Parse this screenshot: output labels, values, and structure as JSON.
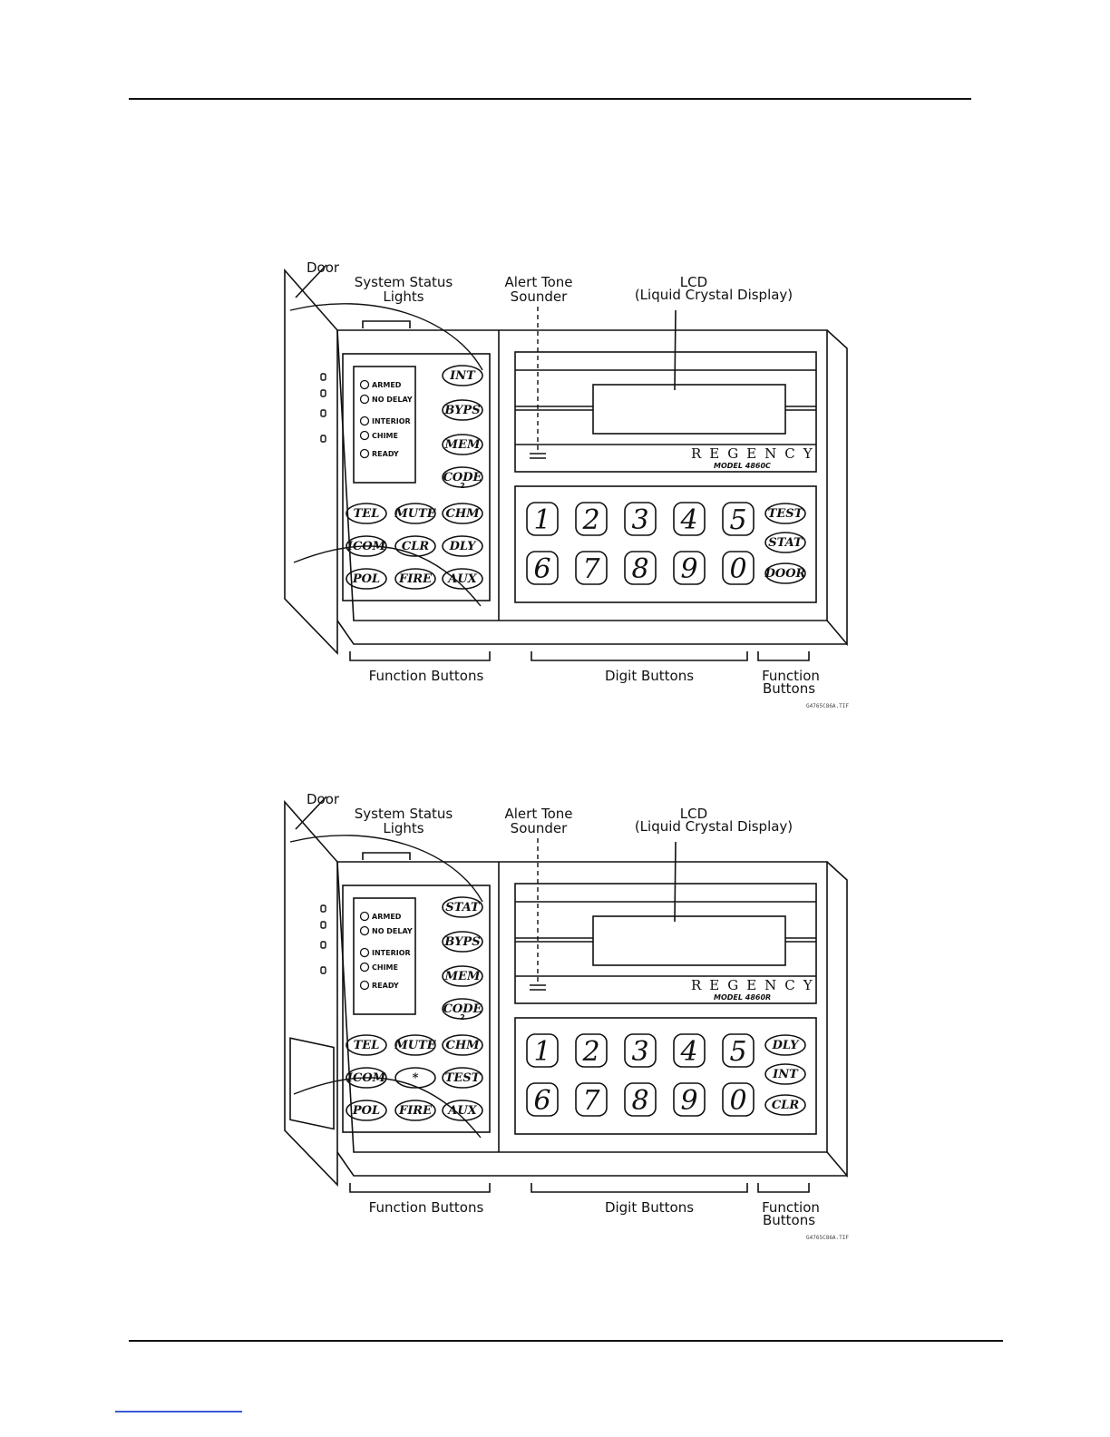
{
  "figures": [
    {
      "labels": {
        "door": "Door",
        "status_lights_1": "System Status",
        "status_lights_2": "Lights",
        "alert_1": "Alert Tone",
        "alert_2": "Sounder",
        "lcd_1": "LCD",
        "lcd_2": "(Liquid Crystal Display)",
        "function_buttons_left": "Function Buttons",
        "digit_buttons": "Digit Buttons",
        "function_buttons_right_1": "Function",
        "function_buttons_right_2": "Buttons"
      },
      "leds": [
        "ARMED",
        "NO DELAY",
        "INTERIOR",
        "CHIME",
        "READY"
      ],
      "side_buttons": [
        "INT",
        "BYPS",
        "MEM",
        "CODE"
      ],
      "code_sub": "2",
      "row_buttons": [
        [
          "TEL",
          "MUTE",
          "CHM"
        ],
        [
          "ICOM",
          "CLR",
          "DLY"
        ],
        [
          "POL",
          "FIRE",
          "AUX"
        ]
      ],
      "digits": [
        "1",
        "2",
        "3",
        "4",
        "5",
        "6",
        "7",
        "8",
        "9",
        "0"
      ],
      "right_buttons": [
        "TEST",
        "STAT",
        "DOOR"
      ],
      "brand": "REGENCY",
      "model": "MODEL 4860C",
      "filename": "G4765C86A.TIF"
    },
    {
      "labels": {
        "door": "Door",
        "status_lights_1": "System Status",
        "status_lights_2": "Lights",
        "alert_1": "Alert Tone",
        "alert_2": "Sounder",
        "lcd_1": "LCD",
        "lcd_2": "(Liquid Crystal Display)",
        "function_buttons_left": "Function Buttons",
        "digit_buttons": "Digit Buttons",
        "function_buttons_right_1": "Function",
        "function_buttons_right_2": "Buttons"
      },
      "leds": [
        "ARMED",
        "NO DELAY",
        "INTERIOR",
        "CHIME",
        "READY"
      ],
      "side_buttons": [
        "STAT",
        "BYPS",
        "MEM",
        "CODE"
      ],
      "code_sub": "2",
      "row_buttons": [
        [
          "TEL",
          "MUTE",
          "CHM"
        ],
        [
          "ICOM",
          "*",
          "TEST"
        ],
        [
          "POL",
          "FIRE",
          "AUX"
        ]
      ],
      "digits": [
        "1",
        "2",
        "3",
        "4",
        "5",
        "6",
        "7",
        "8",
        "9",
        "0"
      ],
      "right_buttons": [
        "DLY",
        "INT",
        "CLR"
      ],
      "brand": "REGENCY",
      "model": "MODEL 4860R",
      "filename": "G4765C86A.TIF"
    }
  ]
}
